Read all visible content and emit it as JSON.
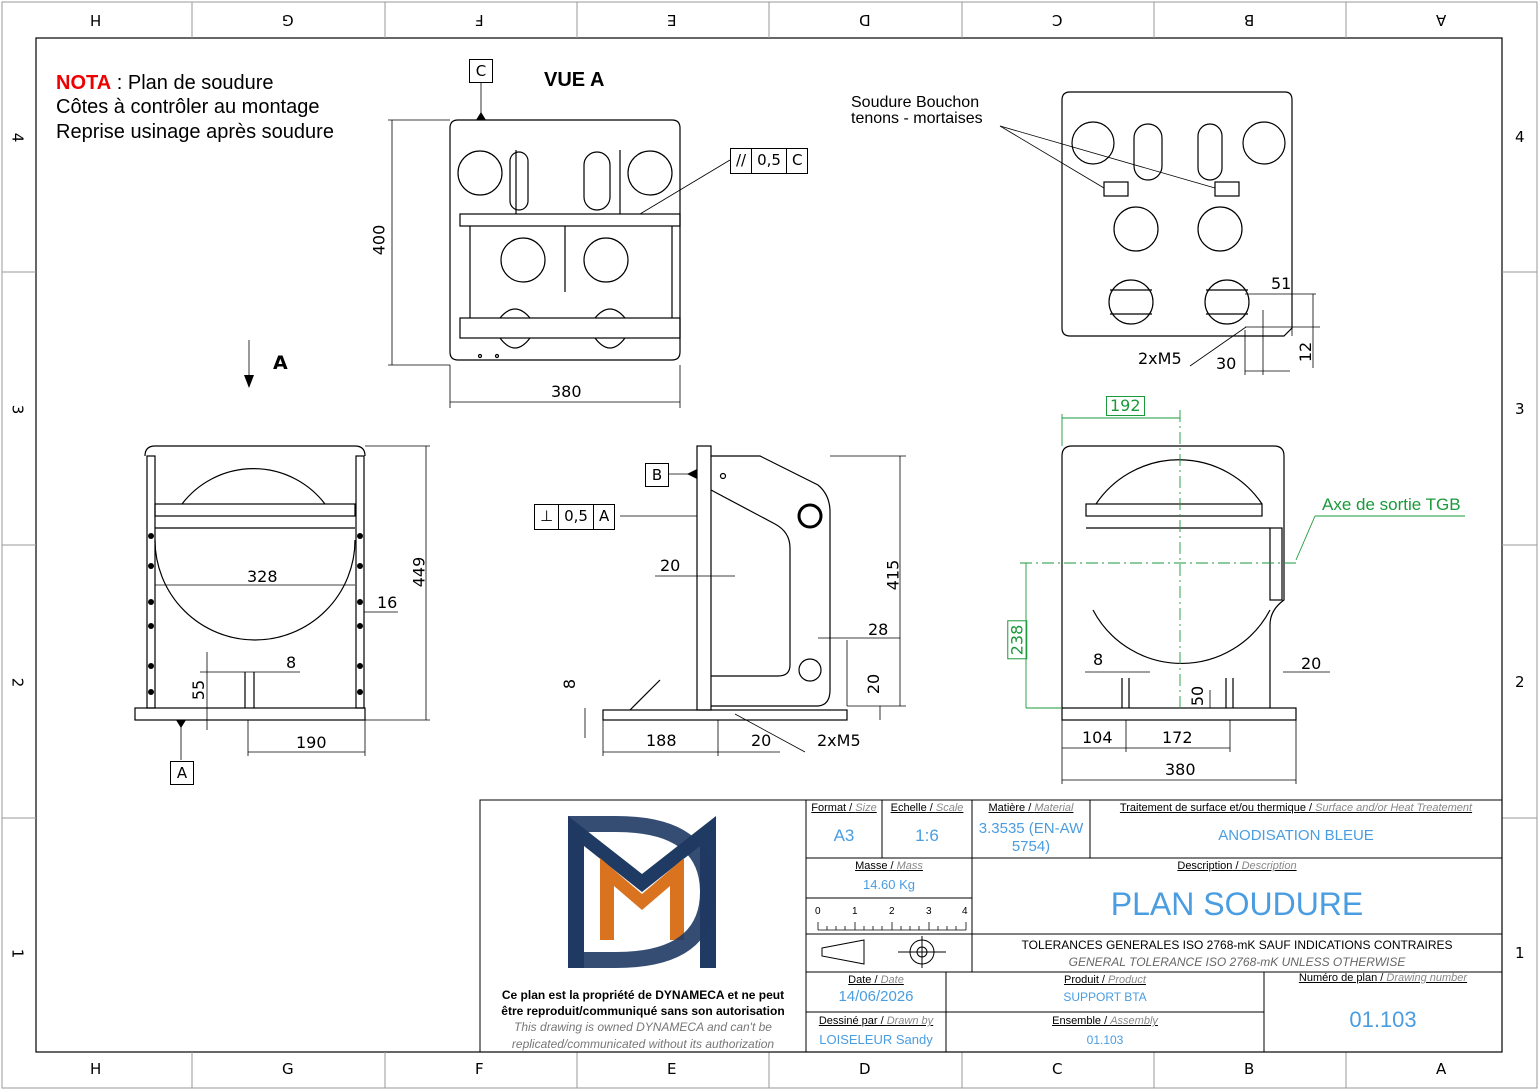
{
  "zones": {
    "cols": [
      "H",
      "G",
      "F",
      "E",
      "D",
      "C",
      "B",
      "A"
    ],
    "rows": [
      "4",
      "3",
      "2",
      "1"
    ]
  },
  "nota": {
    "prefix": "NOTA",
    "line1": " : Plan de soudure",
    "line2": "Côtes à contrôler au montage",
    "line3": "Reprise usinage après soudure"
  },
  "views": {
    "vue_a_title": "VUE A",
    "arrow_label": "A",
    "datum_a": "A",
    "datum_b": "B",
    "datum_c": "C",
    "tol_parallel": {
      "symbol": "//",
      "value": "0,5",
      "datum": "C"
    },
    "tol_perp": {
      "symbol": "⊥",
      "value": "0,5",
      "datum": "A"
    },
    "soudure_note_line1": "Soudure Bouchon",
    "soudure_note_line2": "tenons - mortaises",
    "axe_label": "Axe de sortie TGB"
  },
  "dims": {
    "top_h": "400",
    "top_w": "380",
    "front_328": "328",
    "front_449": "449",
    "front_16": "16",
    "front_8": "8",
    "front_55": "55",
    "front_190": "190",
    "side_20a": "20",
    "side_415": "415",
    "side_28": "28",
    "side_20b": "20",
    "side_8": "8",
    "side_188": "188",
    "side_20c": "20",
    "side_m5": "2xM5",
    "back_51": "51",
    "back_m5": "2xM5",
    "back_30": "30",
    "back_12": "12",
    "right_192": "192",
    "right_238": "238",
    "right_8": "8",
    "right_50": "50",
    "right_20": "20",
    "right_104": "104",
    "right_172": "172",
    "right_380": "380"
  },
  "titleblock": {
    "format_label": "Format",
    "format_label_en": "Size",
    "format_value": "A3",
    "echelle_label": "Echelle",
    "echelle_label_en": "Scale",
    "echelle_value": "1:6",
    "matiere_label": "Matière",
    "matiere_label_en": "Material",
    "matiere_value_1": "3.3535 (EN-AW",
    "matiere_value_2": "5754)",
    "traitement_label": "Traitement de surface et/ou thermique",
    "traitement_label_en": "Surface and/or Heat Treatement",
    "traitement_value": "ANODISATION BLEUE",
    "masse_label": "Masse",
    "masse_label_en": "Mass",
    "masse_value": "14.60 Kg",
    "description_label": "Description",
    "description_label_en": "Description",
    "description_value": "PLAN SOUDURE",
    "scale_ticks": [
      "0",
      "1",
      "2",
      "3",
      "4"
    ],
    "tol_fr": "TOLERANCES GENERALES ISO 2768-mK SAUF INDICATIONS CONTRAIRES",
    "tol_en": "GENERAL TOLERANCE ISO 2768-mK UNLESS OTHERWISE",
    "date_label": "Date",
    "date_label_en": "Date",
    "date_value": "14/06/2026",
    "produit_label": "Produit",
    "produit_label_en": "Product",
    "produit_value": "SUPPORT BTA",
    "numero_label": "Numéro de plan",
    "numero_label_en": "Drawing number",
    "numero_value": "01.103",
    "dessine_label": "Dessiné par",
    "dessine_label_en": "Drawn by",
    "dessine_value": "LOISELEUR Sandy",
    "ensemble_label": "Ensemble",
    "ensemble_label_en": "Assembly",
    "ensemble_value": "01.103",
    "owner_fr_1": "Ce plan est la propriété de DYNAMECA et ne peut",
    "owner_fr_2": "être reproduit/communiqué sans son autorisation",
    "owner_en_1": "This drawing is owned DYNAMECA and can't be",
    "owner_en_2": "replicated/communicated without its authorization",
    "logo_navy": "#1f3a63",
    "logo_orange": "#d9731f"
  }
}
